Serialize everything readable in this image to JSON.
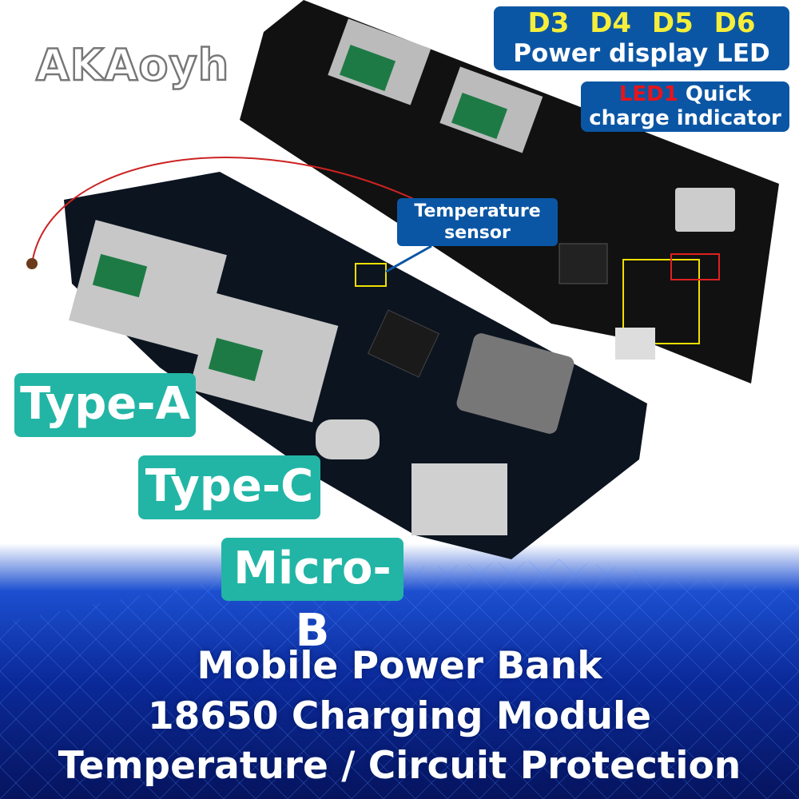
{
  "brand": {
    "logo_text": "AKAoyh"
  },
  "callouts": {
    "power_led": {
      "leds": "D3 D4 D5 D6",
      "label": "Power display LED"
    },
    "quick_charge": {
      "led": "LED1",
      "label_1": "Quick",
      "label_2": "charge indicator"
    },
    "temperature": {
      "line_1": "Temperature",
      "line_2": "sensor"
    }
  },
  "ports": [
    {
      "label": "Type-A"
    },
    {
      "label": "Type-C"
    },
    {
      "label": "Micro-B"
    }
  ],
  "headline": {
    "line_1": "Mobile Power Bank",
    "line_2": "18650 Charging Module",
    "line_3": "Temperature / Circuit Protection"
  },
  "colors": {
    "callout_blue": "#0b56a4",
    "port_teal": "#22b5a5",
    "led_yellow": "#f5ee3a",
    "led_red": "#e8141a",
    "background_blue": "#0a2a9a"
  }
}
